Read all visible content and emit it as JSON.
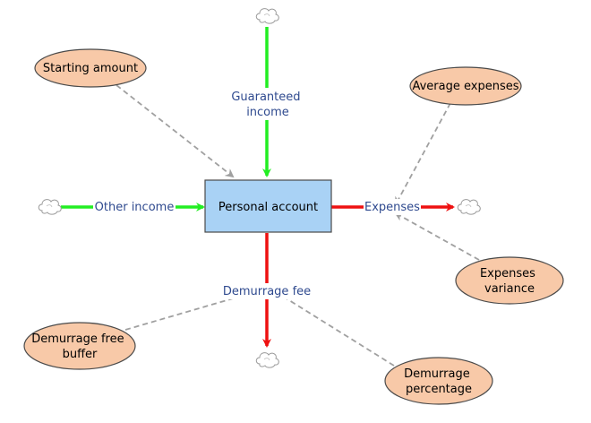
{
  "diagram": {
    "stock": {
      "label": "Personal account",
      "fill": "#a9d2f5",
      "stroke": "#4a4a4a"
    },
    "flows": {
      "guaranteed_income": {
        "line1": "Guaranteed",
        "line2": "income",
        "color": "#22ee22"
      },
      "other_income": {
        "label": "Other income",
        "color": "#22ee22"
      },
      "expenses": {
        "label": "Expenses",
        "color": "#ee1111"
      },
      "demurrage_fee": {
        "label": "Demurrage fee",
        "color": "#ee1111"
      }
    },
    "auxiliaries": {
      "starting_amount": {
        "label": "Starting amount"
      },
      "average_expenses": {
        "label": "Average expenses"
      },
      "expenses_variance": {
        "line1": "Expenses",
        "line2": "variance"
      },
      "demurrage_free_buffer": {
        "line1": "Demurrage free",
        "line2": "buffer"
      },
      "demurrage_percentage": {
        "line1": "Demurrage",
        "line2": "percentage"
      }
    },
    "aux_fill": "#f8c9a8",
    "aux_stroke": "#4a4a4a",
    "link_color": "#a0a0a0",
    "text_color": "#2f4a8f"
  }
}
